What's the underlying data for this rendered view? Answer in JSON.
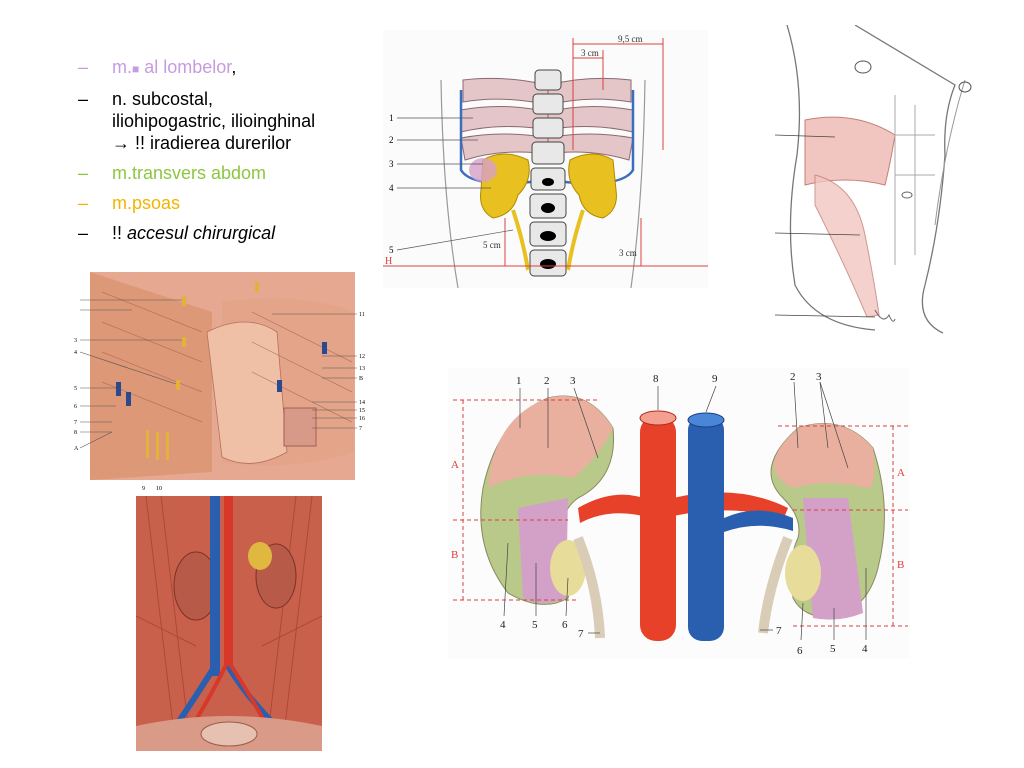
{
  "bullets": [
    {
      "dash": "–",
      "pre": "m.",
      "glyph": "■",
      "text": " al lombelor",
      "suffix": ","
    },
    {
      "dash": "–",
      "line1": "n. subcostal,",
      "line2": "iliohipogastric, ilioinghinal",
      "line3_arrow": "→",
      "line3": " !!  iradierea durerilor"
    },
    {
      "dash": "–",
      "text": "m.transvers abdom"
    },
    {
      "dash": "–",
      "text": "m.psoas"
    },
    {
      "dash": "–",
      "pre": "!! ",
      "text": "accesul  chirurgical"
    }
  ],
  "spine_figure": {
    "m_top": "9,5 cm",
    "m_mid": "3 cm",
    "m_left": "5 cm",
    "m_right": "3 cm",
    "h_label": "H",
    "left_nums": [
      "1",
      "2",
      "3",
      "4",
      "5"
    ]
  },
  "back_muscle_figure": {
    "left_nums": [
      "3",
      "4",
      "5",
      "6",
      "7",
      "8",
      "A"
    ],
    "right_nums": [
      "11",
      "12",
      "13",
      "B",
      "14",
      "15",
      "16",
      "7"
    ],
    "bottom_nums": [
      "9",
      "10"
    ]
  },
  "kidney_figure": {
    "top_nums": [
      "1",
      "2",
      "3",
      "8",
      "9",
      "2",
      "3"
    ],
    "bottom_left": [
      "4",
      "5",
      "6"
    ],
    "bottom_right": [
      "6",
      "5",
      "4"
    ],
    "side_left": [
      "A",
      "B"
    ],
    "side_right": [
      "A",
      "B"
    ],
    "ureter_left": "7",
    "ureter_right": "7"
  },
  "colors": {
    "purple": "#c69be0",
    "green": "#8dc63f",
    "yellow": "#f2b400",
    "artery": "#e8412a",
    "vein": "#2a5fb0",
    "kidney_pink": "#e9b0a0",
    "kidney_green": "#b9c98a",
    "kidney_violet": "#d3a0c8",
    "kidney_yellow": "#e7dc9a"
  }
}
